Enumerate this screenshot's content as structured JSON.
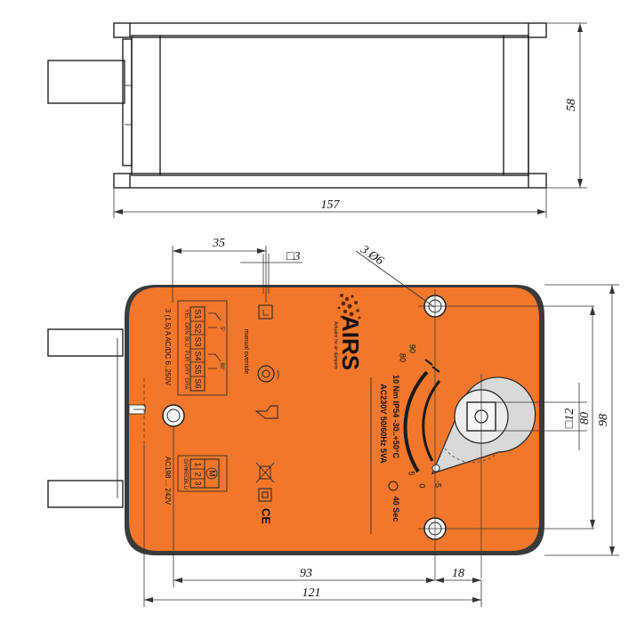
{
  "top_view": {
    "height_dim": "58",
    "length_dim": "157"
  },
  "front_view": {
    "body_color": "#f2772a",
    "dims": {
      "terminal_offset": "35",
      "square_3": "□3",
      "holes": "3 Ø6",
      "square_12": "□12",
      "hole_spacing": "80",
      "total_height": "98",
      "width_93": "93",
      "width_18": "18",
      "width_121": "121"
    },
    "logo_text": "AIRS",
    "logo_tagline": "Actuator for air dampers",
    "spec_line1": "AC230V  50/60Hz 5VA",
    "spec_line2": "10 Nm  IP54  -30..+50°C",
    "spec_line3": "40 Sec",
    "m_symbol": "M",
    "rating_top": "3 (1.5) A  AC/DC 6..250V",
    "rating_bottom": "AC198 ... 242V",
    "switch_labels": [
      "S1",
      "S2",
      "S3",
      "S4",
      "S5",
      "S6"
    ],
    "wire_colors_top": [
      "YEL",
      "GRN",
      "BLU",
      "PUR",
      "GRY",
      "GRA"
    ],
    "angle_mark_1": "5°",
    "angle_mark_2": "80°",
    "motor_terminals": [
      "1",
      "2",
      "3"
    ],
    "wire_colors_bottom": [
      "GRN",
      "RED",
      "BLU"
    ],
    "manual_override": "manual override",
    "scale_90": "90",
    "scale_80": "80",
    "scale_5": "5",
    "scale_0": "0",
    "scale_minus5": "-5",
    "ce_mark": "CE"
  }
}
